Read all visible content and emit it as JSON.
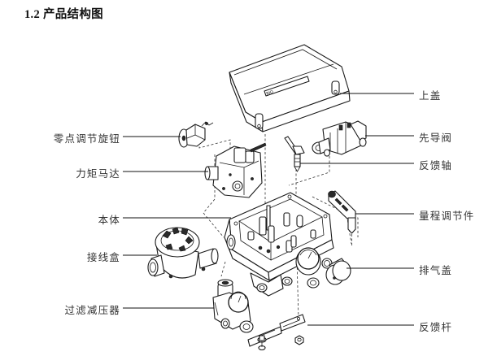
{
  "heading": "1.2 产品结构图",
  "diagram": {
    "type": "exploded-view",
    "cover_badge_text": "RIO",
    "parts_left": [
      {
        "id": "zero-knob",
        "label": "零点调节旋钮"
      },
      {
        "id": "torque-motor",
        "label": "力矩马达"
      },
      {
        "id": "body",
        "label": "本体"
      },
      {
        "id": "junction-box",
        "label": "接线盒"
      },
      {
        "id": "filter-regulator",
        "label": "过滤减压器"
      }
    ],
    "parts_right": [
      {
        "id": "top-cover",
        "label": "上盖"
      },
      {
        "id": "pilot-valve",
        "label": "先导阀"
      },
      {
        "id": "feedback-shaft",
        "label": "反馈轴"
      },
      {
        "id": "span-adjuster",
        "label": "量程调节件"
      },
      {
        "id": "exhaust-cover",
        "label": "排气盖"
      },
      {
        "id": "feedback-lever",
        "label": "反馈杆"
      }
    ]
  }
}
